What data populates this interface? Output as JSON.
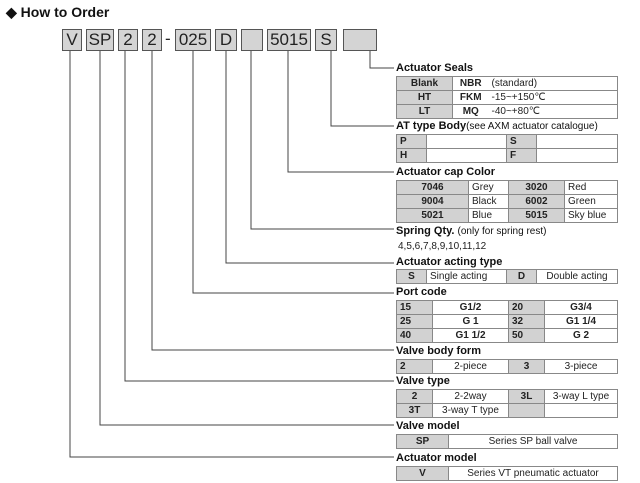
{
  "title": "How to Order",
  "code_boxes": [
    "V",
    "SP",
    "2",
    "2",
    "025",
    "D",
    "",
    "5015",
    "S",
    ""
  ],
  "dash": "-",
  "sections": {
    "seals": {
      "heading": "Actuator Seals",
      "rows": [
        [
          "Blank",
          "NBR",
          "(standard)"
        ],
        [
          "HT",
          "FKM",
          "-15~+150℃"
        ],
        [
          "LT",
          "MQ",
          "-40~+80℃"
        ]
      ]
    },
    "body": {
      "heading": "AT type Body",
      "note": "(see AXM actuator catalogue)",
      "rows": [
        [
          "P",
          "",
          "S",
          ""
        ],
        [
          "H",
          "",
          "F",
          ""
        ]
      ]
    },
    "color": {
      "heading": "Actuator cap Color",
      "rows": [
        [
          "7046",
          "Grey",
          "3020",
          "Red"
        ],
        [
          "9004",
          "Black",
          "6002",
          "Green"
        ],
        [
          "5021",
          "Blue",
          "5015",
          "Sky blue"
        ]
      ]
    },
    "spring": {
      "heading": "Spring Qty.",
      "note": "(only for spring rest)",
      "values": "4,5,6,7,8,9,10,11,12"
    },
    "acting": {
      "heading": "Actuator acting type",
      "rows": [
        [
          "S",
          "Single acting",
          "D",
          "Double acting"
        ]
      ]
    },
    "port": {
      "heading": "Port code",
      "rows": [
        [
          "15",
          "G1/2",
          "20",
          "G3/4"
        ],
        [
          "25",
          "G 1",
          "32",
          "G1 1/4"
        ],
        [
          "40",
          "G1 1/2",
          "50",
          "G 2"
        ]
      ]
    },
    "valve_body": {
      "heading": "Valve body form",
      "rows": [
        [
          "2",
          "2-piece",
          "3",
          "3-piece"
        ]
      ]
    },
    "valve_type": {
      "heading": "Valve type",
      "rows": [
        [
          "2",
          "2-2way",
          "3L",
          "3-way L type"
        ],
        [
          "3T",
          "3-way T type",
          "",
          ""
        ]
      ]
    },
    "valve_model": {
      "heading": "Valve model",
      "rows": [
        [
          "SP",
          "Series SP ball valve"
        ]
      ]
    },
    "actuator_model": {
      "heading": "Actuator model",
      "rows": [
        [
          "V",
          "Series VT pneumatic actuator"
        ]
      ]
    }
  }
}
